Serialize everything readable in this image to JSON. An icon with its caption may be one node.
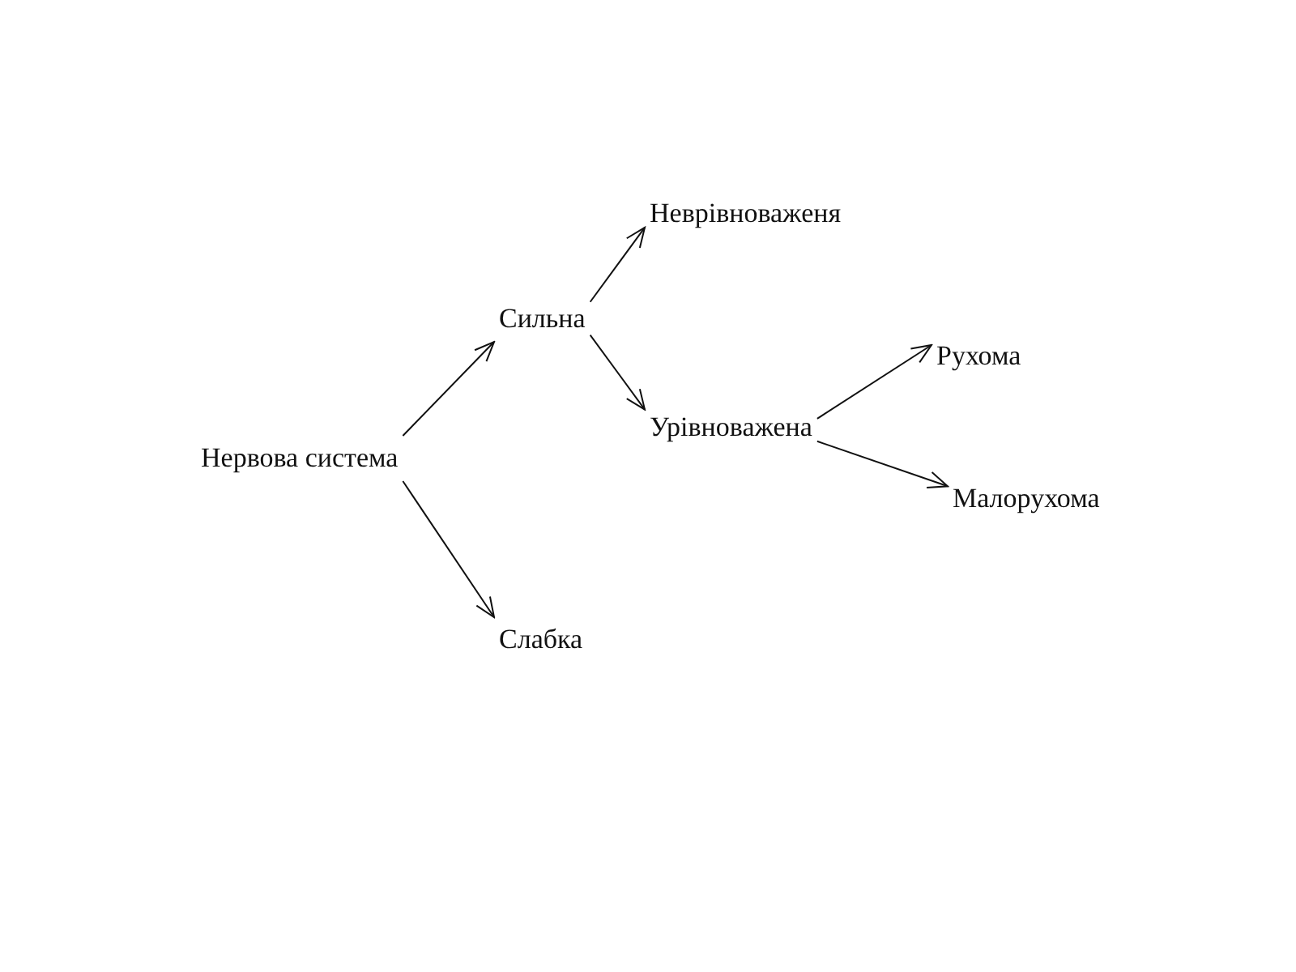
{
  "diagram": {
    "nodes": [
      {
        "text": [
          "Нервова система"
        ]
      },
      {
        "text": [
          "Сильна"
        ]
      },
      {
        "text": [
          "Слабка"
        ]
      },
      {
        "text": [
          "Неврівноваженя"
        ]
      },
      {
        "text": [
          "Урівноважена"
        ]
      },
      {
        "text": [
          "Рухома"
        ]
      },
      {
        "text": [
          "Малорухома"
        ]
      }
    ],
    "edges": [
      {
        "from": 0,
        "to": 1,
        "arrow": "to"
      },
      {
        "from": 0,
        "to": 2,
        "arrow": "to"
      },
      {
        "from": 1,
        "to": 3,
        "arrow": "to"
      },
      {
        "from": 1,
        "to": 4,
        "arrow": "to"
      },
      {
        "from": 4,
        "to": 5,
        "arrow": "to"
      },
      {
        "from": 4,
        "to": 6,
        "arrow": "to"
      }
    ]
  }
}
